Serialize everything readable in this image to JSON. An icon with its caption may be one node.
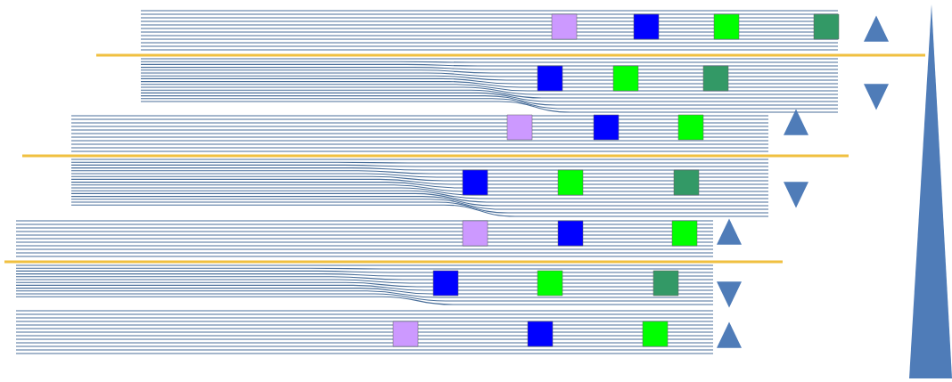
{
  "diagram": {
    "nodes": [
      {
        "text": [],
        "shape": "box"
      },
      {
        "text": [],
        "shape": "box"
      },
      {
        "text": [],
        "shape": "box"
      },
      {
        "text": [],
        "shape": "box"
      },
      {
        "text": [],
        "shape": "triangle"
      },
      {
        "text": [],
        "shape": "box"
      },
      {
        "text": [],
        "shape": "box"
      },
      {
        "text": [],
        "shape": "box"
      },
      {
        "text": [],
        "shape": "triangle"
      },
      {
        "text": [],
        "shape": "box"
      },
      {
        "text": [],
        "shape": "box"
      },
      {
        "text": [],
        "shape": "box"
      },
      {
        "text": [],
        "shape": "triangle"
      },
      {
        "text": [],
        "shape": "box"
      },
      {
        "text": [],
        "shape": "box"
      },
      {
        "text": [],
        "shape": "box"
      },
      {
        "text": [],
        "shape": "triangle"
      },
      {
        "text": [],
        "shape": "box"
      },
      {
        "text": [],
        "shape": "box"
      },
      {
        "text": [],
        "shape": "box"
      },
      {
        "text": [],
        "shape": "triangle"
      },
      {
        "text": [],
        "shape": "box"
      },
      {
        "text": [],
        "shape": "box"
      },
      {
        "text": [],
        "shape": "box"
      },
      {
        "text": [],
        "shape": "triangle"
      },
      {
        "text": [],
        "shape": "box"
      },
      {
        "text": [],
        "shape": "box"
      },
      {
        "text": [],
        "shape": "box"
      },
      {
        "text": [],
        "shape": "triangle"
      },
      {
        "text": [],
        "shape": "triangle"
      }
    ]
  }
}
